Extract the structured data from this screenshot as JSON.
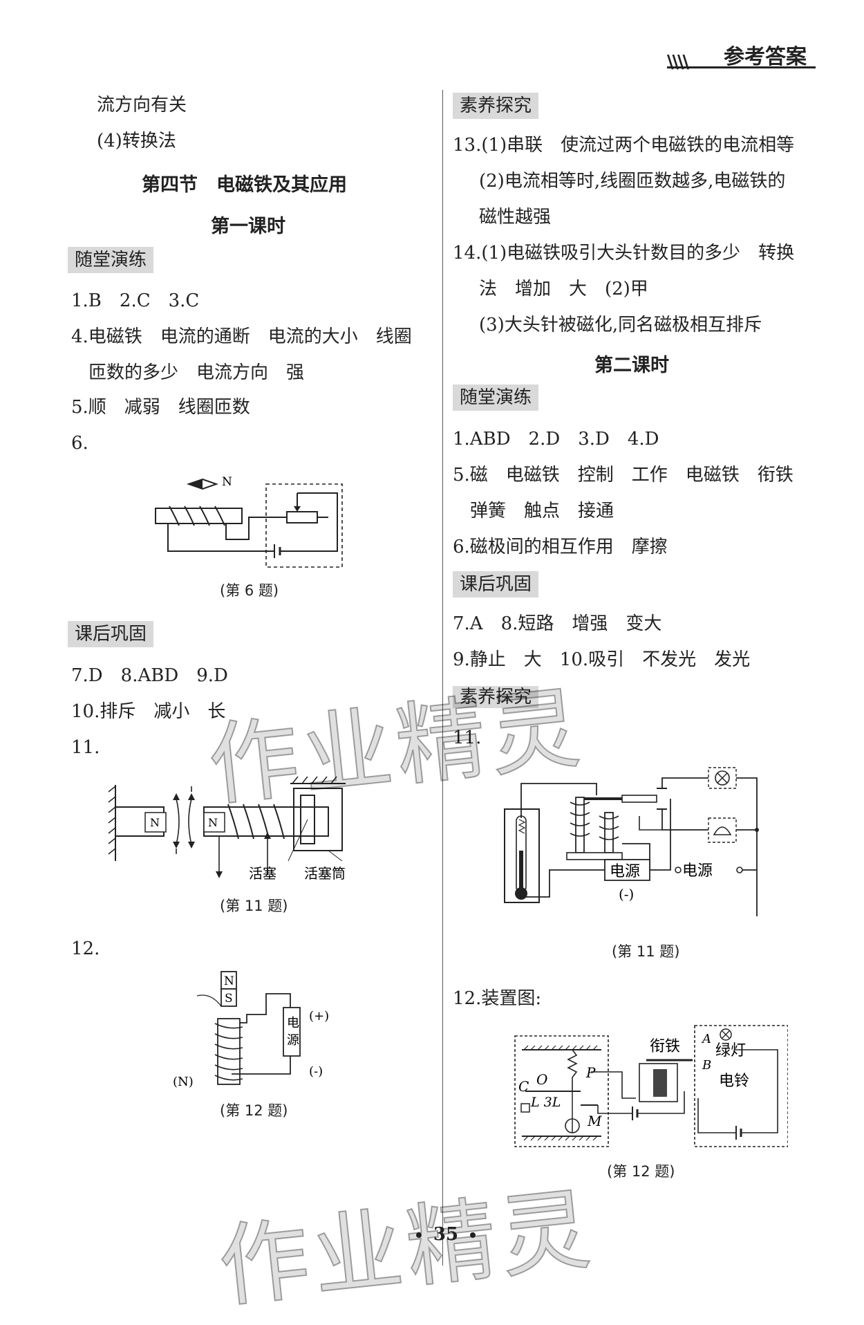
{
  "header": {
    "ticks": "\\\\\\\\",
    "title": "参考答案"
  },
  "left": {
    "l1": "流方向有关",
    "l2": "(4)转换法",
    "section": "第四节　电磁铁及其应用",
    "lesson": "第一课时",
    "tag1": "随堂演练",
    "a1": "1.B　2.C　3.C",
    "a4a": "4.电磁铁　电流的通断　电流的大小　线圈",
    "a4b": "匝数的多少　电流方向　强",
    "a5": "5.顺　减弱　线圈匝数",
    "a6": "6.",
    "cap6": "(第 6 题)",
    "tag2": "课后巩固",
    "a7": "7.D　8.ABD　9.D",
    "a10": "10.排斥　减小　长",
    "a11": "11.",
    "fig11_labels": {
      "n1": "N",
      "n2": "N",
      "piston": "活塞",
      "cylinder": "活塞筒"
    },
    "cap11": "(第 11 题)",
    "a12": "12.",
    "fig12_labels": {
      "n": "N",
      "s": "S",
      "plus": "(+)",
      "minus": "(-)",
      "source": "电源",
      "bottom": "(N)"
    },
    "cap12": "(第 12 题)"
  },
  "right": {
    "tag1": "素养探究",
    "a13a": "13.(1)串联　使流过两个电磁铁的电流相等",
    "a13b": "(2)电流相等时,线圈匝数越多,电磁铁的",
    "a13c": "磁性越强",
    "a14a": "14.(1)电磁铁吸引大头针数目的多少　转换",
    "a14b": "法　增加　大　(2)甲",
    "a14c": "(3)大头针被磁化,同名磁极相互排斥",
    "lesson": "第二课时",
    "tag2": "随堂演练",
    "a1": "1.ABD　2.D　3.D　4.D",
    "a5a": "5.磁　电磁铁　控制　工作　电磁铁　衔铁",
    "a5b": "弹簧　触点　接通",
    "a6": "6.磁极间的相互作用　摩擦",
    "tag3": "课后巩固",
    "a7": "7.A　8.短路　增强　变大",
    "a9": "9.静止　大　10.吸引　不发光　发光",
    "tag4": "素养探究",
    "a11": "11.",
    "fig11_labels": {
      "source1": "电源",
      "source2": "电源",
      "minus": "(-)"
    },
    "cap11": "(第 11 题)",
    "a12": "12.装置图:",
    "fig12_labels": {
      "armature": "衔铁",
      "a": "A",
      "b": "B",
      "green": "绿灯",
      "bell": "电铃",
      "c": "C",
      "o": "O",
      "l3l": "L 3L",
      "p": "P",
      "m": "M"
    },
    "cap12": "(第 12 题)"
  },
  "watermark": {
    "w1": "作业精灵",
    "w2": "作业精灵"
  },
  "page_number": "35"
}
